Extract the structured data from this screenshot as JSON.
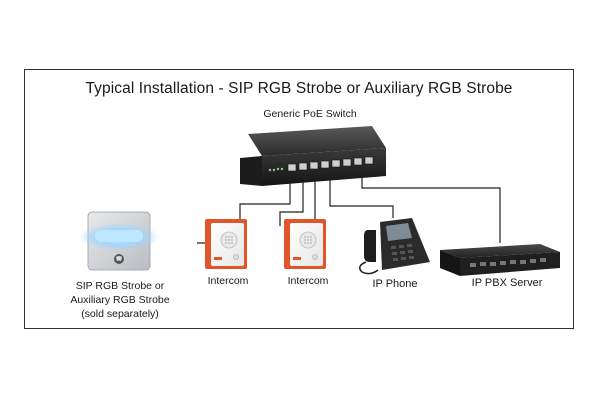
{
  "title": "Typical Installation - SIP RGB Strobe or Auxiliary RGB Strobe",
  "switch": {
    "label": "Generic PoE Switch",
    "icon": "network-switch"
  },
  "devices": [
    {
      "label_lines": [
        "SIP RGB Strobe or",
        "Auxiliary RGB Strobe",
        "(sold separately)"
      ],
      "icon": "rgb-strobe"
    },
    {
      "label_lines": [
        "Intercom"
      ],
      "icon": "intercom"
    },
    {
      "label_lines": [
        "Intercom"
      ],
      "icon": "intercom"
    },
    {
      "label_lines": [
        "IP Phone"
      ],
      "icon": "ip-phone"
    },
    {
      "label_lines": [
        "IP PBX Server"
      ],
      "icon": "pbx-server"
    }
  ],
  "colors": {
    "frame": "#333333",
    "intercom_accent": "#e0552b",
    "strobe_glow": "#7ec8ff",
    "device_dark": "#2b2b2b"
  }
}
